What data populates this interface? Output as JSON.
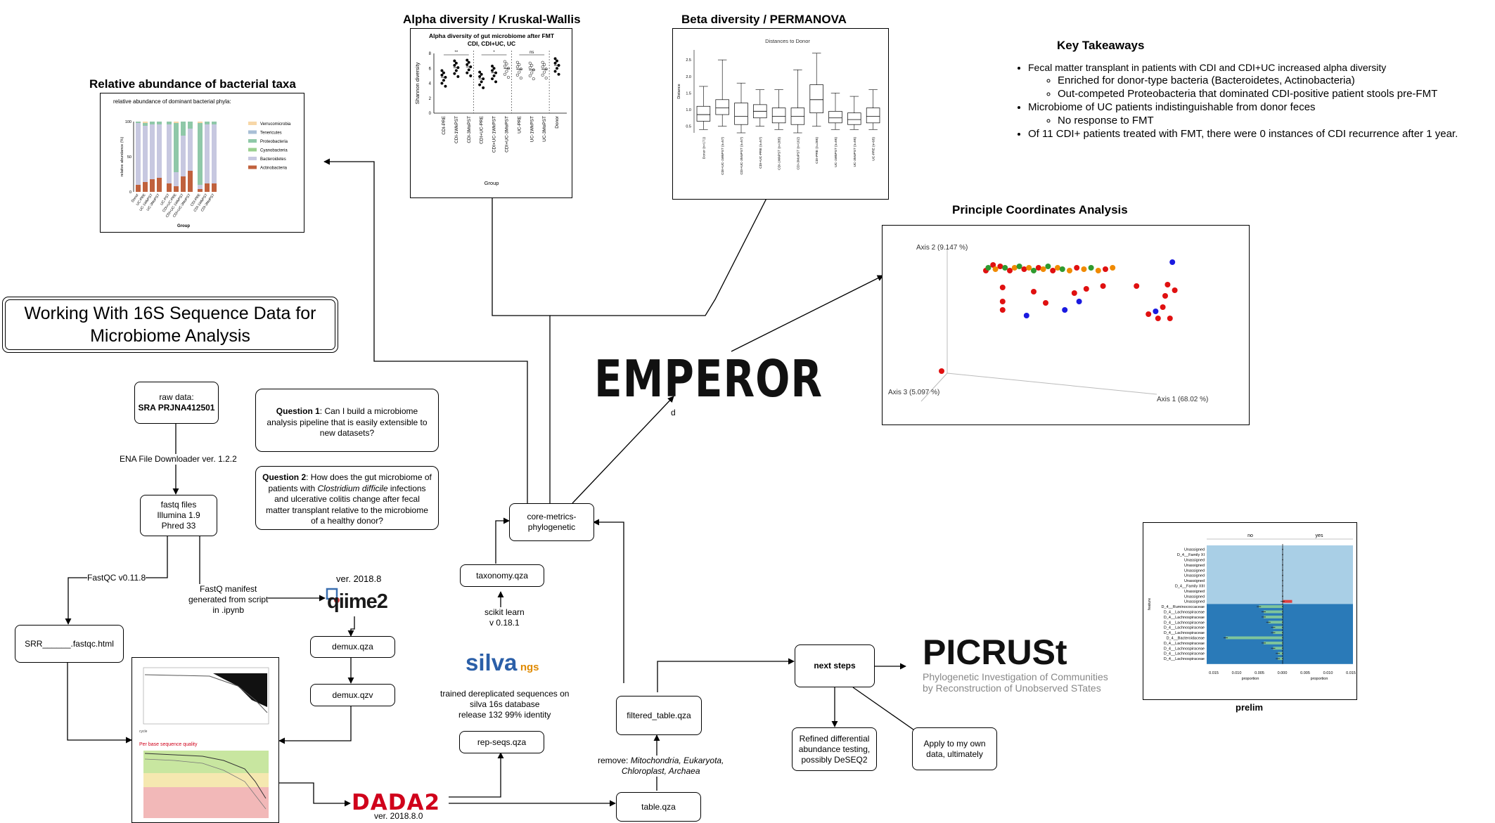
{
  "title": "Working With 16S Sequence Data for Microbiome Analysis",
  "questions": {
    "q1_label": "Question 1",
    "q1_text": ": Can I build a microbiome analysis pipeline that is easily extensible to new datasets?",
    "q2_label": "Question 2",
    "q2_pre": ": How does the gut microbiome of patients with ",
    "q2_italic": "Clostridium difficile",
    "q2_post": " infections and ulcerative colitis change after fecal matter transplant relative to the microbiome of a healthy donor?"
  },
  "nodes": {
    "raw_data": "raw data:",
    "raw_data_id": "SRA PRJNA412501",
    "fastq_l1": "fastq files",
    "fastq_l2": "Illumina 1.9",
    "fastq_l3": "Phred 33",
    "fastqc_html": "SRR______.fastqc.html",
    "demux_qza": "demux.qza",
    "demux_qzv": "demux.qzv",
    "rep_seqs": "rep-seqs.qza",
    "taxonomy": "taxonomy.qza",
    "core_metrics_l1": "core-metrics-",
    "core_metrics_l2": "phylogenetic",
    "filtered_table": "filtered_table.qza",
    "table": "table.qza",
    "next_steps": "next steps",
    "refined_l1": "Refined differential",
    "refined_l2": "abundance testing,",
    "refined_l3": "possibly DeSEQ2",
    "apply_l1": "Apply to my own",
    "apply_l2": "data, ultimately"
  },
  "edge_labels": {
    "ena": "ENA File Downloader ver. 1.2.2",
    "fastqc": "FastQC v0.11.8",
    "manifest_l1": "FastQ manifest",
    "manifest_l2": "generated from script",
    "manifest_l3": "in .ipynb",
    "qiime_ver": "ver. 2018.8",
    "dada_ver": "ver. 2018.8.0",
    "silva_l1": "trained dereplicated sequences on",
    "silva_l2": "silva 16s database",
    "silva_l3": "release 132 99% identity",
    "sklearn_l1": "scikit learn",
    "sklearn_l2": "v 0.18.1",
    "remove_pre": "remove: ",
    "remove_l1": "Mitochondria, Eukaryota,",
    "remove_l2": "Chloroplast, Archaea",
    "emperor_d": "d"
  },
  "logos": {
    "qiime": "qiime2",
    "dada": "DADA2",
    "silva": "silva",
    "silva_ngs": "ngs",
    "emperor": "EMPEROR",
    "picrust": "PICRUSt",
    "picrust_sub1": "Phylogenetic Investigation of Communities",
    "picrust_sub2": "by Reconstruction of Unobserved STates"
  },
  "panels": {
    "rel_abundance_title": "Relative abundance of bacterial taxa",
    "alpha_title": "Alpha diversity / Kruskal-Wallis",
    "beta_title": "Beta diversity /  PERMANOVA",
    "pcoa_title": "Principle Coordinates Analysis",
    "prelim_caption": "prelim"
  },
  "key_takeaways": {
    "title": "Key Takeaways",
    "b1": "Fecal matter transplant in patients with CDI and CDI+UC increased alpha diversity",
    "b1a": "Enriched for donor-type bacteria (Bacteroidetes, Actinobacteria)",
    "b1b": "Out-competed Proteobacteria that dominated CDI-positive patient stools pre-FMT",
    "b2": "Microbiome of UC patients indistinguishable from donor feces",
    "b2a": "No response to FMT",
    "b3": "Of 11 CDI+ patients treated with FMT, there were 0 instances of CDI recurrence after 1 year."
  },
  "colors": {
    "verrucomicrobia": "#f7d7a8",
    "tenericutes": "#a8bfd6",
    "proteobacteria": "#8fc8a8",
    "cyanobacteria": "#9ad08f",
    "bacteroidetes": "#c7c8e0",
    "actinobacteria": "#c0613d",
    "pcoa_red": "#e01010",
    "pcoa_green": "#2f9a2f",
    "pcoa_orange": "#f08a00",
    "pcoa_blue": "#1a1ae0",
    "prelim_light": "#a9cfe6",
    "prelim_dark": "#2a7ab8"
  },
  "chart_data": [
    {
      "type": "bar",
      "title": "relative abundance of dominant bacterial phyla:",
      "xlabel": "Group",
      "ylabel": "relative abundance (%)",
      "ylim": [
        0,
        100
      ],
      "yticks": [
        "0",
        "50",
        "100"
      ],
      "categories": [
        "Donor",
        "UC-PRE",
        "UC-1WkPST",
        "UC-3MoPST",
        "UC-PST",
        "CDI+UC-PRE",
        "CDI+UC-1WkPST",
        "CDI+UC-3MoPST",
        "CDI-PRE",
        "CDI-1WkPST",
        "CDI-3MoPST"
      ],
      "series": [
        {
          "name": "Actinobacteria",
          "values": [
            10,
            14,
            18,
            20,
            12,
            8,
            22,
            30,
            4,
            12,
            12
          ]
        },
        {
          "name": "Bacteroidetes",
          "values": [
            88,
            80,
            78,
            76,
            84,
            20,
            58,
            60,
            6,
            84,
            84
          ]
        },
        {
          "name": "Cyanobacteria",
          "values": [
            0,
            0,
            0,
            0,
            0,
            0,
            0,
            0,
            0,
            0,
            0
          ]
        },
        {
          "name": "Proteobacteria",
          "values": [
            2,
            4,
            4,
            4,
            4,
            70,
            20,
            10,
            88,
            4,
            4
          ]
        },
        {
          "name": "Tenericutes",
          "values": [
            0,
            0,
            0,
            0,
            0,
            0,
            0,
            0,
            0,
            0,
            0
          ]
        },
        {
          "name": "Verrucomicrobia",
          "values": [
            0,
            2,
            0,
            0,
            0,
            2,
            0,
            0,
            2,
            0,
            0
          ]
        }
      ]
    },
    {
      "type": "scatter",
      "title": "Alpha diversity of gut microbiome after FMT CDI, CDI+UC, UC",
      "xlabel": "Group",
      "ylabel": "Shannon diversity",
      "ylim": [
        0,
        8
      ],
      "yticks": [
        "0",
        "2",
        "4",
        "6",
        "8"
      ],
      "categories": [
        "CDI-PRE",
        "CDI-1WkPST",
        "CDI-3MoPST",
        "CDI+UC-PRE",
        "CDI+UC-1WkPST",
        "CDI+UC-3MoPST",
        "UC-PRE",
        "UC-1WkPST",
        "UC-3MoPST",
        "Donor"
      ],
      "medians": [
        4.8,
        6.1,
        6.2,
        4.6,
        5.4,
        6.0,
        5.9,
        5.8,
        5.9,
        6.4
      ],
      "significance": [
        "**",
        "*",
        "ns"
      ]
    },
    {
      "type": "box",
      "title": "Distances to Donor",
      "ylabel": "Distance",
      "ylim": [
        0.3,
        2.8
      ],
      "yticks": [
        "0.5",
        "1.0",
        "1.5",
        "2.0",
        "2.5"
      ],
      "categories": [
        "Donor (n=171)",
        "CDI+UC-1WkPST (n=57)",
        "CDI+UC-3MoPST (n=57)",
        "CDI+UC-PRE (n=57)",
        "CDI-1WkPST (n=285)",
        "CDI-3MoPST (n=162)",
        "CDI-PRE (n=285)",
        "UC-1WkPST (n=95)",
        "UC-3MoPST (n=95)",
        "UC-PRE (n=95)"
      ],
      "boxes": [
        {
          "min": 0.4,
          "q1": 0.65,
          "median": 0.85,
          "q3": 1.1,
          "max": 1.7
        },
        {
          "min": 0.5,
          "q1": 0.85,
          "median": 1.05,
          "q3": 1.3,
          "max": 2.5
        },
        {
          "min": 0.3,
          "q1": 0.55,
          "median": 0.8,
          "q3": 1.2,
          "max": 1.8
        },
        {
          "min": 0.5,
          "q1": 0.75,
          "median": 0.95,
          "q3": 1.15,
          "max": 1.6
        },
        {
          "min": 0.4,
          "q1": 0.6,
          "median": 0.8,
          "q3": 1.05,
          "max": 1.6
        },
        {
          "min": 0.3,
          "q1": 0.55,
          "median": 0.8,
          "q3": 1.05,
          "max": 2.2
        },
        {
          "min": 0.5,
          "q1": 0.9,
          "median": 1.3,
          "q3": 1.75,
          "max": 2.7
        },
        {
          "min": 0.4,
          "q1": 0.6,
          "median": 0.75,
          "q3": 0.95,
          "max": 1.5
        },
        {
          "min": 0.4,
          "q1": 0.55,
          "median": 0.7,
          "q3": 0.9,
          "max": 1.4
        },
        {
          "min": 0.4,
          "q1": 0.6,
          "median": 0.8,
          "q3": 1.05,
          "max": 1.6
        }
      ]
    },
    {
      "type": "scatter",
      "title": "",
      "axis1_label": "Axis 1 (68.02 %)",
      "axis2_label": "Axis 2 (9.147 %)",
      "axis3_label": "Axis 3 (5.097 %)",
      "points": [
        {
          "a1": 0.05,
          "a2": 0.78,
          "c": "red"
        },
        {
          "a1": 0.06,
          "a2": 0.8,
          "c": "green"
        },
        {
          "a1": 0.08,
          "a2": 0.82,
          "c": "red"
        },
        {
          "a1": 0.09,
          "a2": 0.79,
          "c": "orange"
        },
        {
          "a1": 0.11,
          "a2": 0.81,
          "c": "red"
        },
        {
          "a1": 0.13,
          "a2": 0.8,
          "c": "green"
        },
        {
          "a1": 0.15,
          "a2": 0.78,
          "c": "red"
        },
        {
          "a1": 0.17,
          "a2": 0.8,
          "c": "orange"
        },
        {
          "a1": 0.19,
          "a2": 0.81,
          "c": "green"
        },
        {
          "a1": 0.21,
          "a2": 0.79,
          "c": "red"
        },
        {
          "a1": 0.23,
          "a2": 0.8,
          "c": "orange"
        },
        {
          "a1": 0.25,
          "a2": 0.78,
          "c": "green"
        },
        {
          "a1": 0.27,
          "a2": 0.8,
          "c": "red"
        },
        {
          "a1": 0.29,
          "a2": 0.79,
          "c": "orange"
        },
        {
          "a1": 0.31,
          "a2": 0.81,
          "c": "green"
        },
        {
          "a1": 0.33,
          "a2": 0.78,
          "c": "red"
        },
        {
          "a1": 0.35,
          "a2": 0.8,
          "c": "orange"
        },
        {
          "a1": 0.37,
          "a2": 0.79,
          "c": "green"
        },
        {
          "a1": 0.4,
          "a2": 0.78,
          "c": "orange"
        },
        {
          "a1": 0.43,
          "a2": 0.8,
          "c": "red"
        },
        {
          "a1": 0.46,
          "a2": 0.79,
          "c": "orange"
        },
        {
          "a1": 0.49,
          "a2": 0.8,
          "c": "green"
        },
        {
          "a1": 0.52,
          "a2": 0.78,
          "c": "orange"
        },
        {
          "a1": 0.55,
          "a2": 0.79,
          "c": "red"
        },
        {
          "a1": 0.58,
          "a2": 0.8,
          "c": "orange"
        },
        {
          "a1": 0.12,
          "a2": 0.66,
          "c": "red"
        },
        {
          "a1": 0.12,
          "a2": 0.56,
          "c": "red"
        },
        {
          "a1": 0.12,
          "a2": 0.5,
          "c": "red"
        },
        {
          "a1": 0.25,
          "a2": 0.63,
          "c": "red"
        },
        {
          "a1": 0.3,
          "a2": 0.55,
          "c": "red"
        },
        {
          "a1": 0.38,
          "a2": 0.5,
          "c": "blue"
        },
        {
          "a1": 0.42,
          "a2": 0.62,
          "c": "red"
        },
        {
          "a1": 0.44,
          "a2": 0.56,
          "c": "blue"
        },
        {
          "a1": 0.47,
          "a2": 0.65,
          "c": "red"
        },
        {
          "a1": 0.54,
          "a2": 0.67,
          "c": "red"
        },
        {
          "a1": 0.68,
          "a2": 0.67,
          "c": "red"
        },
        {
          "a1": 0.73,
          "a2": 0.47,
          "c": "red"
        },
        {
          "a1": 0.77,
          "a2": 0.44,
          "c": "red"
        },
        {
          "a1": 0.76,
          "a2": 0.49,
          "c": "blue"
        },
        {
          "a1": 0.8,
          "a2": 0.6,
          "c": "red"
        },
        {
          "a1": 0.79,
          "a2": 0.52,
          "c": "red"
        },
        {
          "a1": 0.83,
          "a2": 0.84,
          "c": "blue"
        },
        {
          "a1": 0.81,
          "a2": 0.68,
          "c": "red"
        },
        {
          "a1": 0.84,
          "a2": 0.64,
          "c": "red"
        },
        {
          "a1": 0.82,
          "a2": 0.44,
          "c": "red"
        },
        {
          "a1": 0.22,
          "a2": 0.46,
          "c": "blue"
        }
      ]
    },
    {
      "type": "bar",
      "title": "",
      "xlabel": "proportion",
      "ylabel": "feature",
      "facets": [
        "no",
        "yes"
      ],
      "xticks": [
        "0.015",
        "0.010",
        "0.005",
        "0.000",
        "0.005",
        "0.010",
        "0.015"
      ],
      "categories": [
        "Unassigned",
        "D_4__Family XI",
        "Unassigned",
        "Unassigned",
        "Unassigned",
        "Unassigned",
        "Unassigned",
        "D_4__Family XIII",
        "Unassigned",
        "Unassigned",
        "Unassigned",
        "D_4__Ruminococcaceae",
        "D_4__Lachnospiraceae",
        "D_4__Lachnospiraceae",
        "D_4__Lachnospiraceae",
        "D_4__Lachnospiraceae",
        "D_4__Lachnospiraceae",
        "D_4__Bacteroidaceae",
        "D_4__Lachnospiraceae",
        "D_4__Lachnospiraceae",
        "D_4__Lachnospiraceae",
        "D_4__Lachnospiraceae"
      ],
      "values": [
        0,
        0,
        0,
        0,
        0,
        0,
        0,
        0,
        0,
        0,
        0.002,
        -0.005,
        -0.004,
        -0.004,
        -0.003,
        -0.002,
        -0.002,
        -0.012,
        -0.004,
        -0.002,
        -0.001,
        -0.001
      ]
    }
  ]
}
